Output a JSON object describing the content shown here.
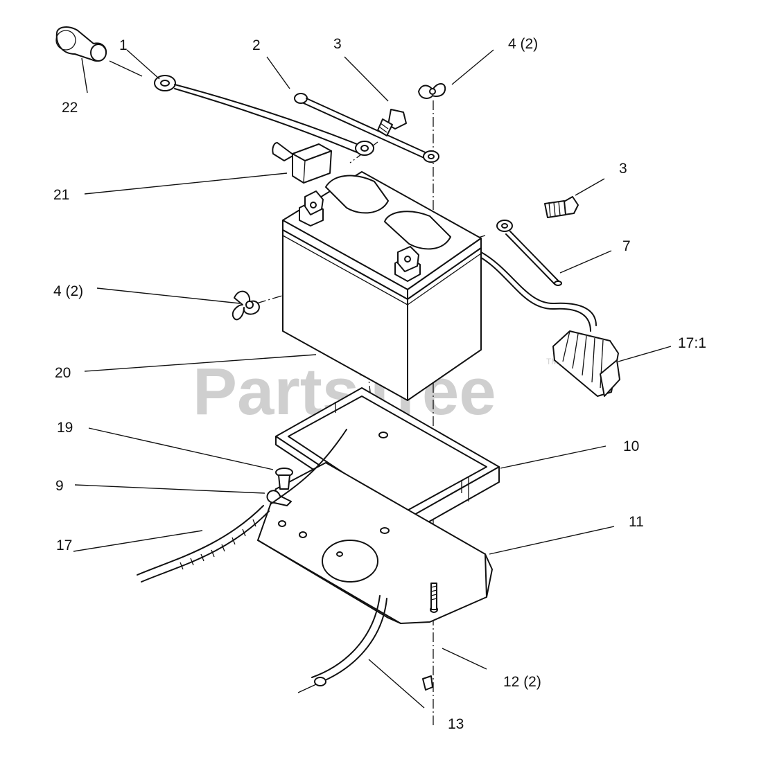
{
  "watermark": {
    "text": "PartsTree",
    "tm": "TM"
  },
  "callouts": {
    "c1": "1",
    "c2": "2",
    "c3a": "3",
    "c4a": "4 (2)",
    "c22": "22",
    "c21": "21",
    "c3b": "3",
    "c7": "7",
    "c4b": "4 (2)",
    "c20": "20",
    "c17_1": "17:1",
    "c19": "19",
    "c10": "10",
    "c9": "9",
    "c11": "11",
    "c17": "17",
    "c12": "12 (2)",
    "c13": "13"
  }
}
